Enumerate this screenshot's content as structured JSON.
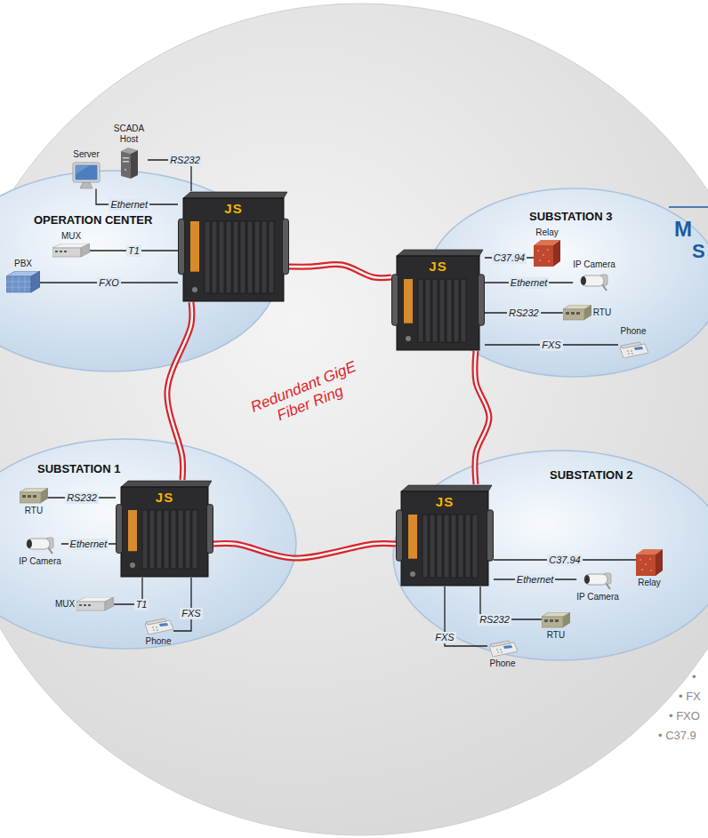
{
  "diagram": {
    "nodes": [
      {
        "text": [
          "OPERATION CENTER"
        ]
      },
      {
        "text": [
          "SCADA Host"
        ],
        "in": 0
      },
      {
        "text": [
          "Server"
        ],
        "in": 0
      },
      {
        "text": [
          "MUX"
        ],
        "in": 0
      },
      {
        "text": [
          "PBX"
        ],
        "in": 0
      },
      {
        "text": [
          "JS"
        ],
        "in": 0
      },
      {
        "text": [
          "SUBSTATION 3"
        ]
      },
      {
        "text": [
          "Relay"
        ],
        "in": 6
      },
      {
        "text": [
          "IP Camera"
        ],
        "in": 6
      },
      {
        "text": [
          "RTU"
        ],
        "in": 6
      },
      {
        "text": [
          "Phone"
        ],
        "in": 6
      },
      {
        "text": [
          "JS"
        ],
        "in": 6
      },
      {
        "text": [
          "SUBSTATION 1"
        ]
      },
      {
        "text": [
          "RTU"
        ],
        "in": 12
      },
      {
        "text": [
          "IP Camera"
        ],
        "in": 12
      },
      {
        "text": [
          "MUX"
        ],
        "in": 12
      },
      {
        "text": [
          "Phone"
        ],
        "in": 12
      },
      {
        "text": [
          "JS"
        ],
        "in": 12
      },
      {
        "text": [
          "SUBSTATION 2"
        ]
      },
      {
        "text": [
          "Relay"
        ],
        "in": 18
      },
      {
        "text": [
          "IP Camera"
        ],
        "in": 18
      },
      {
        "text": [
          "RTU"
        ],
        "in": 18
      },
      {
        "text": [
          "Phone"
        ],
        "in": 18
      },
      {
        "text": [
          "JS"
        ],
        "in": 18
      }
    ],
    "edges": [
      {
        "from": 1,
        "to": 5,
        "label": "RS232",
        "arrow": "none"
      },
      {
        "from": 2,
        "to": 5,
        "label": "Ethernet",
        "arrow": "none"
      },
      {
        "from": 3,
        "to": 5,
        "label": "T1",
        "arrow": "none"
      },
      {
        "from": 4,
        "to": 5,
        "label": "FXO",
        "arrow": "none"
      },
      {
        "from": 7,
        "to": 11,
        "label": "C37.94",
        "arrow": "none"
      },
      {
        "from": 8,
        "to": 11,
        "label": "Ethernet",
        "arrow": "none"
      },
      {
        "from": 9,
        "to": 11,
        "label": "RS232",
        "arrow": "none"
      },
      {
        "from": 10,
        "to": 11,
        "label": "FXS",
        "arrow": "none"
      },
      {
        "from": 13,
        "to": 17,
        "label": "RS232",
        "arrow": "none"
      },
      {
        "from": 14,
        "to": 17,
        "label": "Ethernet",
        "arrow": "none"
      },
      {
        "from": 15,
        "to": 17,
        "label": "T1",
        "arrow": "none"
      },
      {
        "from": 16,
        "to": 17,
        "label": "FXS",
        "arrow": "none"
      },
      {
        "from": 19,
        "to": 23,
        "label": "C37.94",
        "arrow": "none"
      },
      {
        "from": 20,
        "to": 23,
        "label": "Ethernet",
        "arrow": "none"
      },
      {
        "from": 21,
        "to": 23,
        "label": "RS232",
        "arrow": "none"
      },
      {
        "from": 22,
        "to": 23,
        "label": "FXS",
        "arrow": "none"
      },
      {
        "from": 5,
        "to": 11,
        "arrow": "none"
      },
      {
        "from": 11,
        "to": 23,
        "arrow": "none"
      },
      {
        "from": 23,
        "to": 17,
        "arrow": "none"
      },
      {
        "from": 17,
        "to": 5,
        "arrow": "none"
      }
    ],
    "labels": [
      "Redundant GigE Fiber Ring",
      "M",
      "S",
      "•",
      "• FX",
      "• FXO",
      "• C37.9"
    ]
  }
}
